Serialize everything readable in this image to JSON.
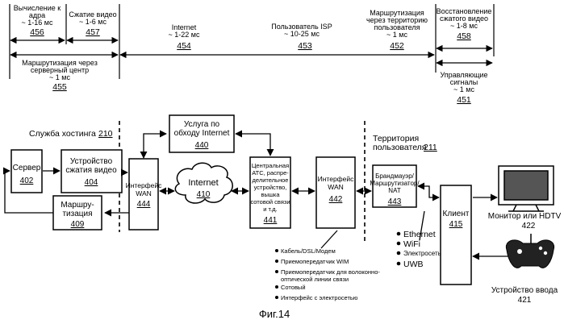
{
  "timeline": {
    "t456": {
      "l1": "Вычисление к",
      "l2": "адра",
      "l3": "~ 1-16 мс",
      "num": "456"
    },
    "t457": {
      "l1": "Сжатие видео",
      "l2": "~ 1-6 мс",
      "num": "457"
    },
    "t455": {
      "l1": "Маршрутизация через",
      "l2": "серверный центр",
      "l3": "~ 1 мс",
      "num": "455"
    },
    "t454": {
      "l1": "Internet",
      "l2": "~ 1-22 мс",
      "num": "454"
    },
    "t453": {
      "l1": "Пользователь ISP",
      "l2": "~ 10-25 мс",
      "num": "453"
    },
    "t452": {
      "l1": "Маршрутизация",
      "l2": "через территорию",
      "l3": "пользователя",
      "l4": "~ 1 мс",
      "num": "452"
    },
    "t458": {
      "l1": "Восстановление",
      "l2": "сжатого видео",
      "l3": "~ 1-8 мс",
      "num": "458"
    },
    "t451": {
      "l1": "Управляющие",
      "l2": "сигналы",
      "l3": "~ 1 мс",
      "num": "451"
    }
  },
  "hosting": {
    "label": "Служба хостинга",
    "num": "210"
  },
  "premises": {
    "l1": "Территория",
    "l2": "пользователя",
    "num": "211"
  },
  "blocks": {
    "server": {
      "label": "Сервер",
      "num": "402"
    },
    "compress": {
      "l1": "Устройство",
      "l2": "сжатия видео",
      "num": "404"
    },
    "routing": {
      "l1": "Маршру-",
      "l2": "тизация",
      "num": "409"
    },
    "wan444": {
      "l1": "Интерфейс",
      "l2": "WAN",
      "num": "444"
    },
    "bypass": {
      "l1": "Услуга по",
      "l2": "обходу Internet",
      "num": "440"
    },
    "internet": {
      "label": "Internet",
      "num": "410"
    },
    "central": {
      "l1": "Центральная",
      "l2": "АТС, распре-",
      "l3": "делительное",
      "l4": "устройство,",
      "l5": "вышка",
      "l6": "сотовой связи",
      "l7": "и т.д.",
      "num": "441"
    },
    "wan442": {
      "l1": "Интерфейс",
      "l2": "WAN",
      "num": "442"
    },
    "firewall": {
      "l1": "Брандмауэр/",
      "l2": "Маршрутизатор/",
      "l3": "NAT",
      "num": "443"
    },
    "client": {
      "label": "Клиент",
      "num": "415"
    },
    "monitor": {
      "label": "Монитор или HDTV",
      "num": "422"
    },
    "input": {
      "label": "Устройство ввода",
      "num": "421"
    }
  },
  "wan_types": [
    "Кабель/DSL/Модем",
    "Приемопередатчик WIM",
    "Приемопередатчик для волоконно-",
    "оптической линии связи",
    "Сотовый",
    "Интерфейс с электросетью"
  ],
  "home_links": [
    "Ethernet",
    "WiFi",
    "Электросеть",
    "UWB"
  ],
  "caption": "Фиг.14"
}
